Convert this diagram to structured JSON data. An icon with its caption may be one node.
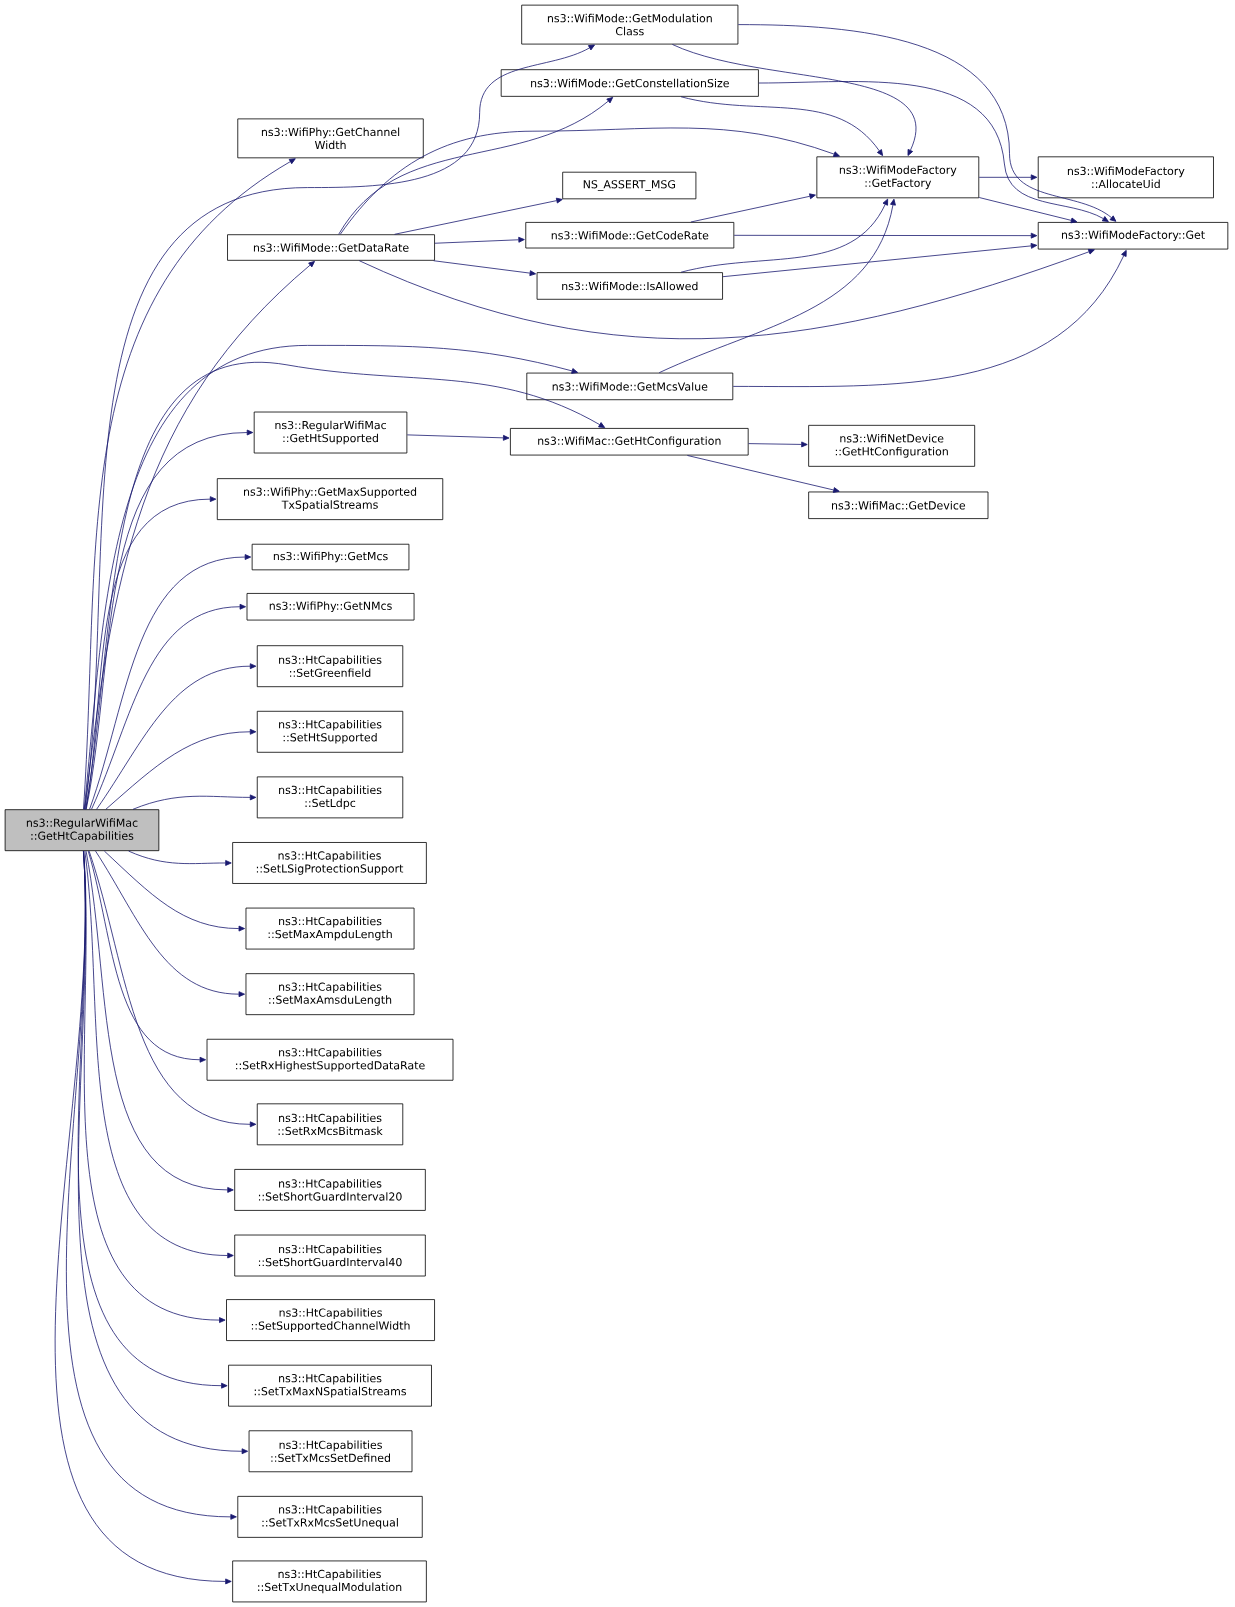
{
  "diagram": {
    "nodes": [
      {
        "text": [
          "ns3::RegularWifiMac ::GetHtCapabilities"
        ]
      },
      {
        "text": [
          "ns3::WifiPhy::GetChannel Width"
        ]
      },
      {
        "text": [
          "ns3::WifiMode::GetModulation Class"
        ]
      },
      {
        "text": [
          "ns3::WifiMode::GetConstellationSize"
        ]
      },
      {
        "text": [
          "ns3::WifiMode::GetDataRate"
        ]
      },
      {
        "text": [
          "NS_ASSERT_MSG"
        ]
      },
      {
        "text": [
          "ns3::WifiMode::GetCodeRate"
        ]
      },
      {
        "text": [
          "ns3::WifiMode::IsAllowed"
        ]
      },
      {
        "text": [
          "ns3::WifiModeFactory ::GetFactory"
        ]
      },
      {
        "text": [
          "ns3::WifiModeFactory ::AllocateUid"
        ]
      },
      {
        "text": [
          "ns3::WifiModeFactory::Get"
        ]
      },
      {
        "text": [
          "ns3::WifiMode::GetMcsValue"
        ]
      },
      {
        "text": [
          "ns3::RegularWifiMac ::GetHtSupported"
        ]
      },
      {
        "text": [
          "ns3::WifiMac::GetHtConfiguration"
        ]
      },
      {
        "text": [
          "ns3::WifiNetDevice ::GetHtConfiguration"
        ]
      },
      {
        "text": [
          "ns3::WifiMac::GetDevice"
        ]
      },
      {
        "text": [
          "ns3::WifiPhy::GetMaxSupported TxSpatialStreams"
        ]
      },
      {
        "text": [
          "ns3::WifiPhy::GetMcs"
        ]
      },
      {
        "text": [
          "ns3::WifiPhy::GetNMcs"
        ]
      },
      {
        "text": [
          "ns3::HtCapabilities ::SetGreenfield"
        ]
      },
      {
        "text": [
          "ns3::HtCapabilities ::SetHtSupported"
        ]
      },
      {
        "text": [
          "ns3::HtCapabilities ::SetLdpc"
        ]
      },
      {
        "text": [
          "ns3::HtCapabilities ::SetLSigProtectionSupport"
        ]
      },
      {
        "text": [
          "ns3::HtCapabilities ::SetMaxAmpduLength"
        ]
      },
      {
        "text": [
          "ns3::HtCapabilities ::SetMaxAmsduLength"
        ]
      },
      {
        "text": [
          "ns3::HtCapabilities ::SetRxHighestSupportedDataRate"
        ]
      },
      {
        "text": [
          "ns3::HtCapabilities ::SetRxMcsBitmask"
        ]
      },
      {
        "text": [
          "ns3::HtCapabilities ::SetShortGuardInterval20"
        ]
      },
      {
        "text": [
          "ns3::HtCapabilities ::SetShortGuardInterval40"
        ]
      },
      {
        "text": [
          "ns3::HtCapabilities ::SetSupportedChannelWidth"
        ]
      },
      {
        "text": [
          "ns3::HtCapabilities ::SetTxMaxNSpatialStreams"
        ]
      },
      {
        "text": [
          "ns3::HtCapabilities ::SetTxMcsSetDefined"
        ]
      },
      {
        "text": [
          "ns3::HtCapabilities ::SetTxRxMcsSetUnequal"
        ]
      },
      {
        "text": [
          "ns3::HtCapabilities ::SetTxUnequalModulation"
        ]
      }
    ],
    "edges": [
      {
        "from": 0,
        "to": 1,
        "arrow": "to"
      },
      {
        "from": 0,
        "to": 2,
        "arrow": "to"
      },
      {
        "from": 0,
        "to": 4,
        "arrow": "to"
      },
      {
        "from": 0,
        "to": 11,
        "arrow": "to"
      },
      {
        "from": 0,
        "to": 13,
        "arrow": "to"
      },
      {
        "from": 0,
        "to": 12,
        "arrow": "to"
      },
      {
        "from": 0,
        "to": 16,
        "arrow": "to"
      },
      {
        "from": 0,
        "to": 17,
        "arrow": "to"
      },
      {
        "from": 0,
        "to": 18,
        "arrow": "to"
      },
      {
        "from": 0,
        "to": 19,
        "arrow": "to"
      },
      {
        "from": 0,
        "to": 20,
        "arrow": "to"
      },
      {
        "from": 0,
        "to": 21,
        "arrow": "to"
      },
      {
        "from": 0,
        "to": 22,
        "arrow": "to"
      },
      {
        "from": 0,
        "to": 23,
        "arrow": "to"
      },
      {
        "from": 0,
        "to": 24,
        "arrow": "to"
      },
      {
        "from": 0,
        "to": 25,
        "arrow": "to"
      },
      {
        "from": 0,
        "to": 26,
        "arrow": "to"
      },
      {
        "from": 0,
        "to": 27,
        "arrow": "to"
      },
      {
        "from": 0,
        "to": 28,
        "arrow": "to"
      },
      {
        "from": 0,
        "to": 29,
        "arrow": "to"
      },
      {
        "from": 0,
        "to": 30,
        "arrow": "to"
      },
      {
        "from": 0,
        "to": 31,
        "arrow": "to"
      },
      {
        "from": 0,
        "to": 32,
        "arrow": "to"
      },
      {
        "from": 0,
        "to": 33,
        "arrow": "to"
      },
      {
        "from": 2,
        "to": 8,
        "arrow": "to"
      },
      {
        "from": 2,
        "to": 10,
        "arrow": "to"
      },
      {
        "from": 3,
        "to": 8,
        "arrow": "to"
      },
      {
        "from": 3,
        "to": 10,
        "arrow": "to"
      },
      {
        "from": 4,
        "to": 3,
        "arrow": "to"
      },
      {
        "from": 4,
        "to": 8,
        "arrow": "to"
      },
      {
        "from": 4,
        "to": 5,
        "arrow": "to"
      },
      {
        "from": 4,
        "to": 6,
        "arrow": "to"
      },
      {
        "from": 4,
        "to": 7,
        "arrow": "to"
      },
      {
        "from": 4,
        "to": 10,
        "arrow": "to"
      },
      {
        "from": 6,
        "to": 8,
        "arrow": "to"
      },
      {
        "from": 6,
        "to": 10,
        "arrow": "to"
      },
      {
        "from": 7,
        "to": 8,
        "arrow": "to"
      },
      {
        "from": 7,
        "to": 10,
        "arrow": "to"
      },
      {
        "from": 8,
        "to": 9,
        "arrow": "to"
      },
      {
        "from": 8,
        "to": 10,
        "arrow": "to"
      },
      {
        "from": 11,
        "to": 8,
        "arrow": "to"
      },
      {
        "from": 11,
        "to": 10,
        "arrow": "to"
      },
      {
        "from": 12,
        "to": 13,
        "arrow": "to"
      },
      {
        "from": 13,
        "to": 14,
        "arrow": "to"
      },
      {
        "from": 13,
        "to": 15,
        "arrow": "to"
      }
    ]
  }
}
